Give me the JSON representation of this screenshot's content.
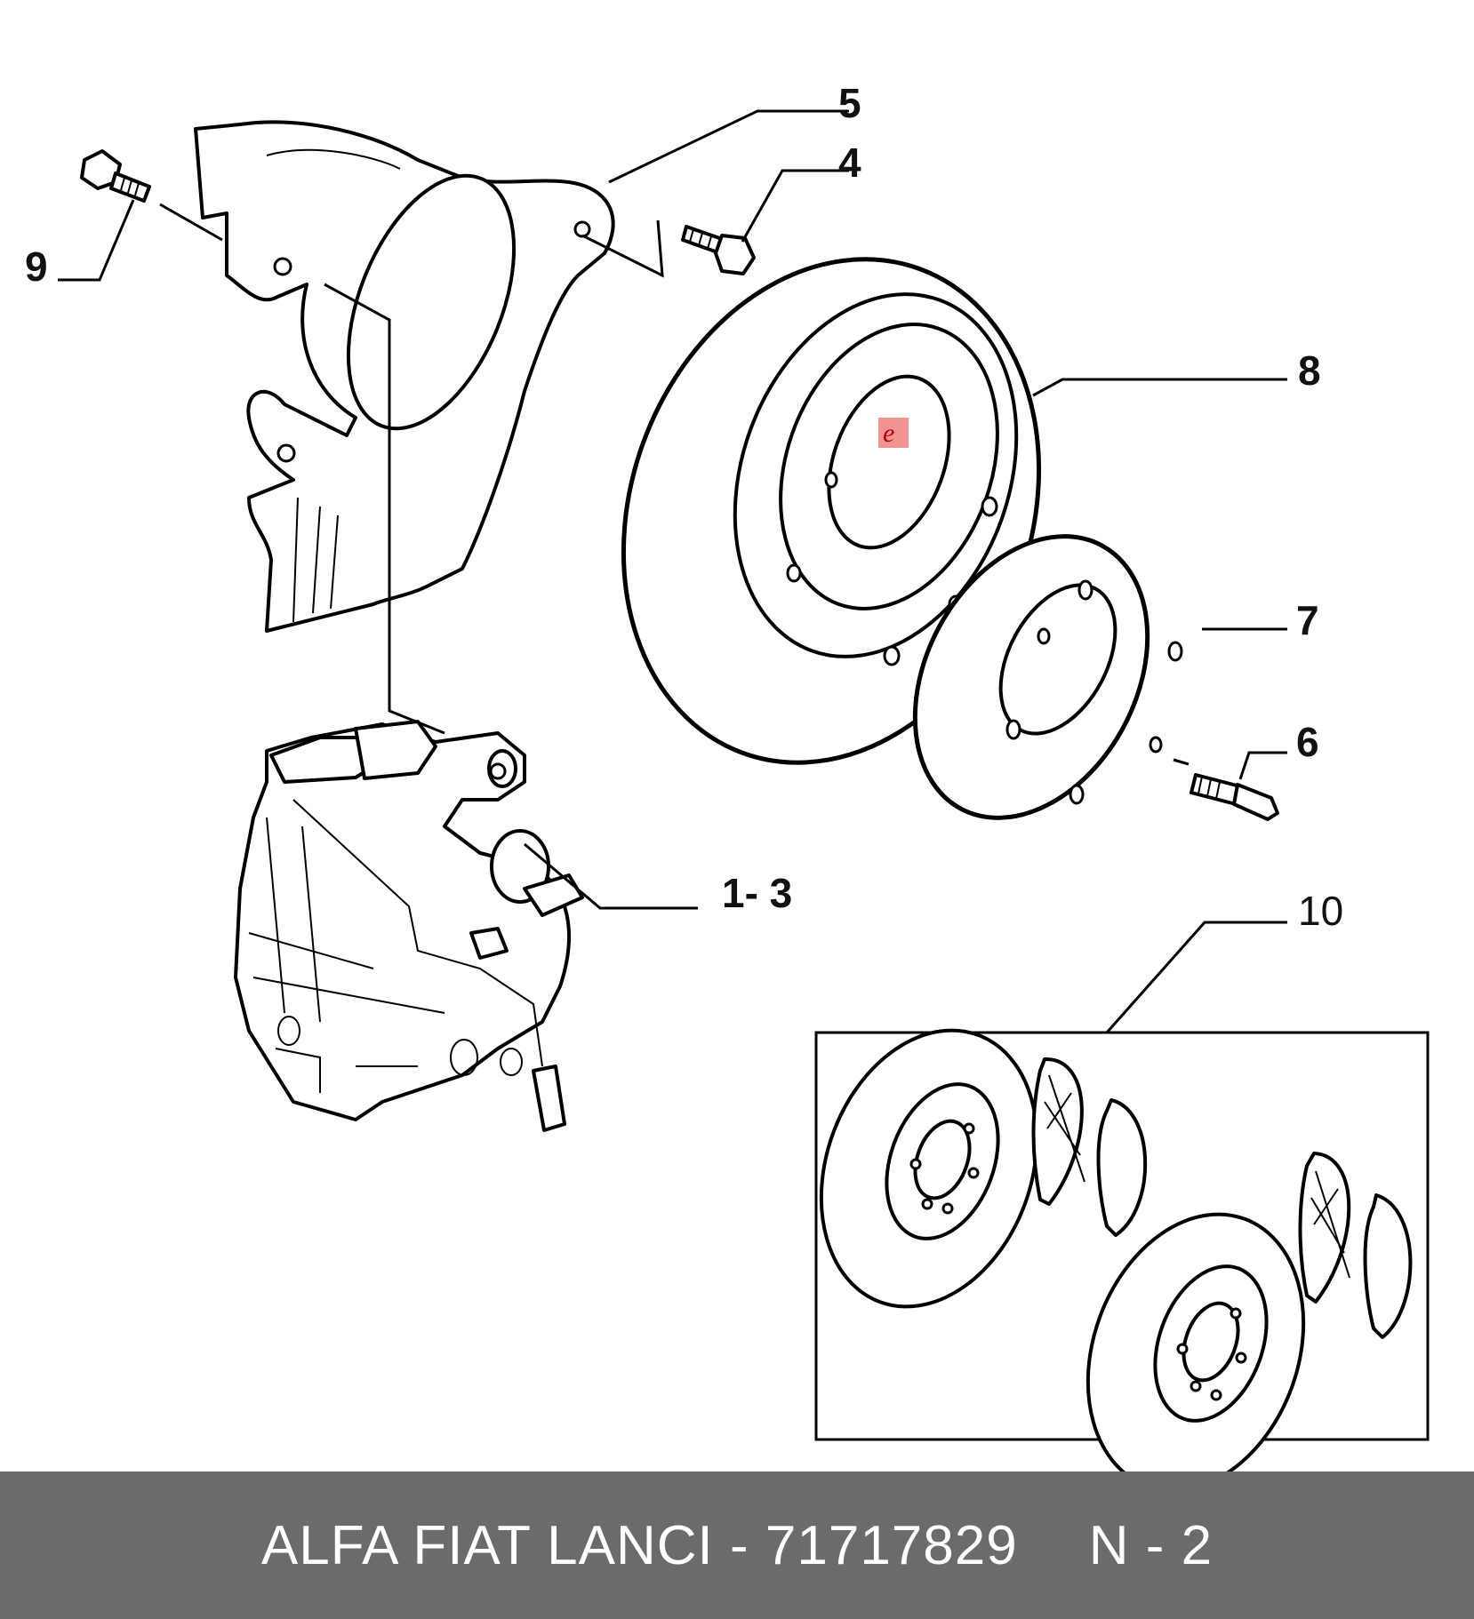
{
  "callouts": {
    "c5": "5",
    "c4": "4",
    "c9": "9",
    "c8": "8",
    "c7": "7",
    "c6": "6",
    "c13": "1- 3",
    "c10": "10"
  },
  "footer": {
    "part_text": "ALFA FIAT LANCI - 71717829",
    "page_code": "N - 2"
  },
  "colors": {
    "footer_bg": "#6b6b6b",
    "highlight": "#f08080"
  }
}
